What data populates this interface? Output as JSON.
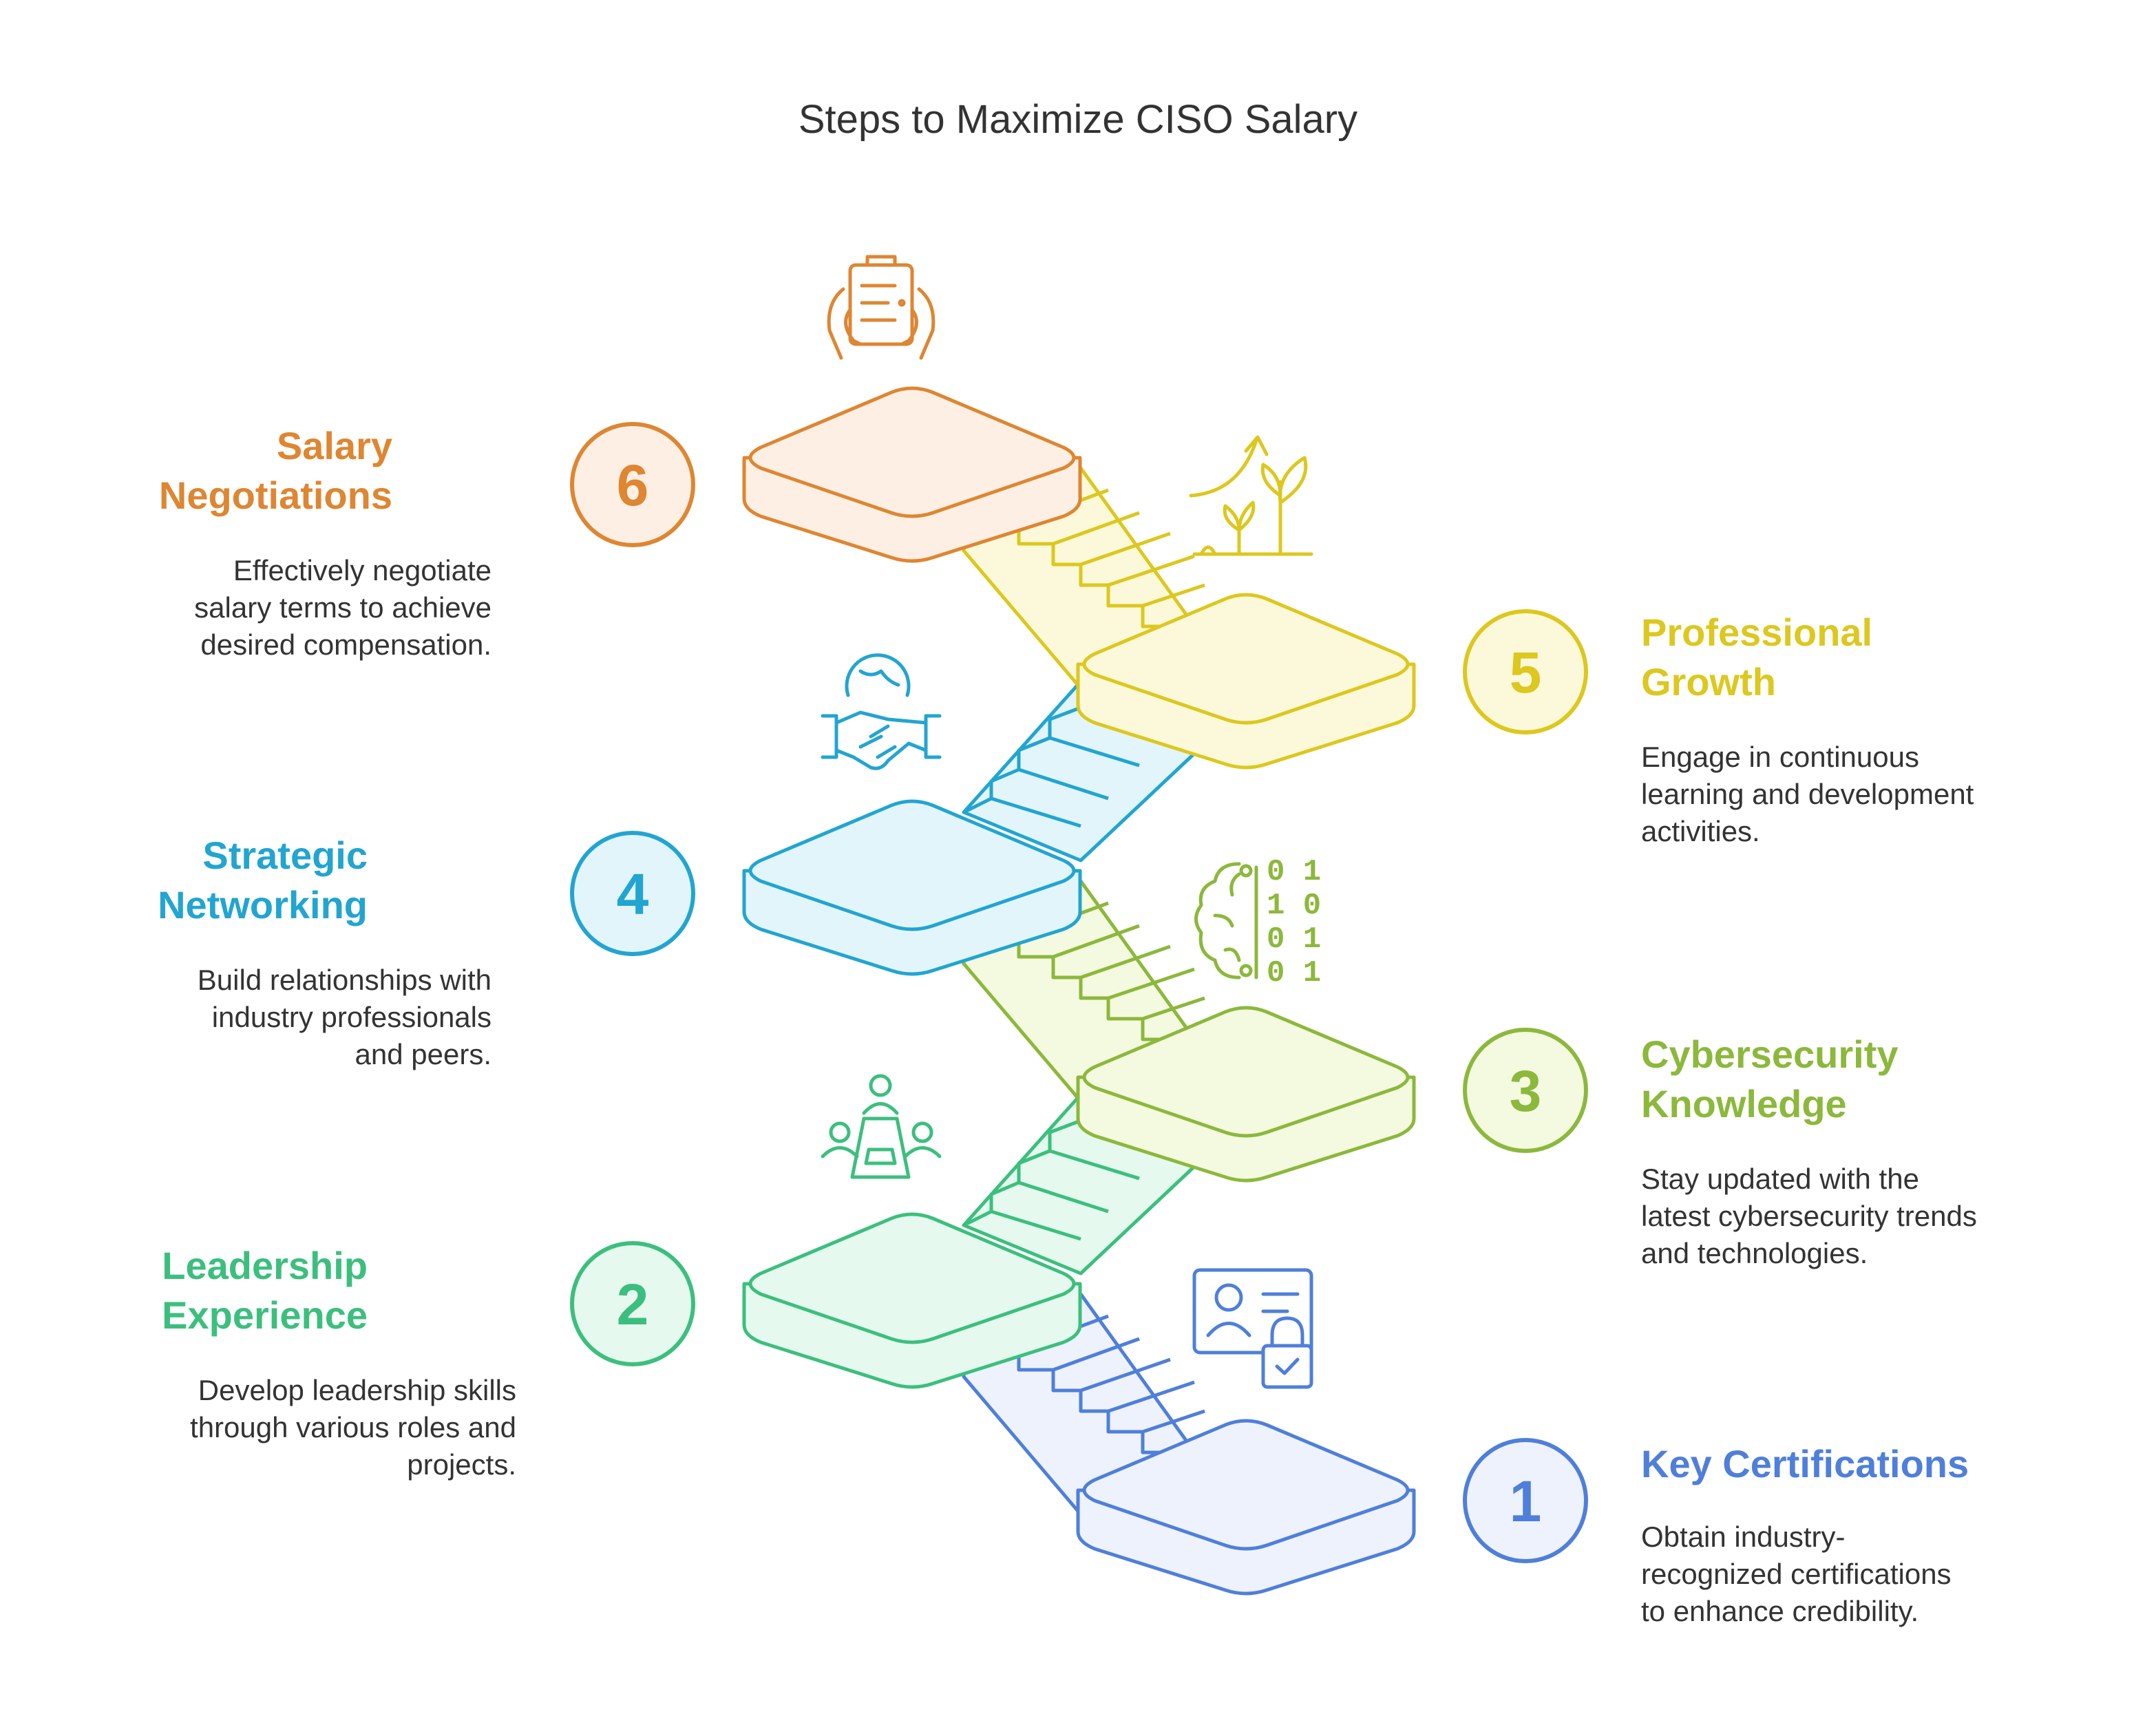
{
  "title": "Steps to Maximize CISO Salary",
  "colors": {
    "step1": "#4F7FDA",
    "step2": "#3CBF7E",
    "step3": "#8CB83C",
    "step4": "#22A5D0",
    "step5": "#DCC81E",
    "step6": "#DE8632"
  },
  "steps": [
    {
      "number": "1",
      "title": "Key Certifications",
      "description": "Obtain industry-\nrecognized certifications\nto enhance credibility.",
      "icon": "id-card-lock-icon"
    },
    {
      "number": "2",
      "title": "Leadership\nExperience",
      "description": "Develop leadership skills\nthrough various roles and\nprojects.",
      "icon": "meeting-table-icon"
    },
    {
      "number": "3",
      "title": "Cybersecurity\nKnowledge",
      "description": "Stay updated with the\nlatest cybersecurity trends\nand technologies.",
      "icon": "brain-binary-icon"
    },
    {
      "number": "4",
      "title": "Strategic\nNetworking",
      "description": "Build relationships with\nindustry professionals\nand peers.",
      "icon": "globe-handshake-icon"
    },
    {
      "number": "5",
      "title": "Professional\nGrowth",
      "description": "Engage in continuous\nlearning and development\nactivities.",
      "icon": "growing-plant-icon"
    },
    {
      "number": "6",
      "title": "Salary\nNegotiations",
      "description": "Effectively negotiate\nsalary terms to achieve\ndesired compensation.",
      "icon": "clipboard-hands-icon"
    }
  ]
}
